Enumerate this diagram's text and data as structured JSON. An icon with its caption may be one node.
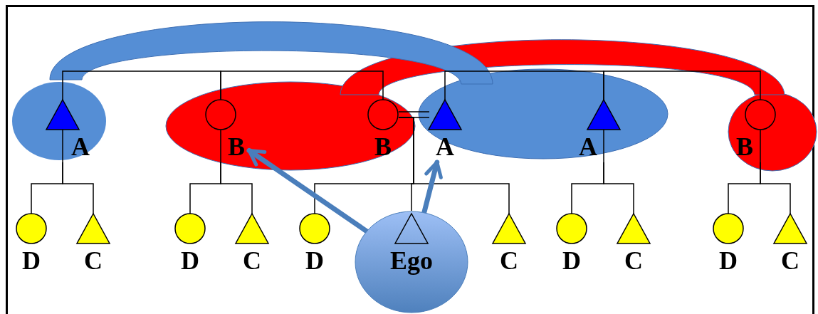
{
  "diagram": {
    "nodes": [
      {
        "text": [
          "A"
        ]
      },
      {
        "text": [
          "B"
        ]
      },
      {
        "text": [
          "B"
        ]
      },
      {
        "text": [
          "A"
        ]
      },
      {
        "text": [
          "A"
        ]
      },
      {
        "text": [
          "B"
        ]
      },
      {
        "text": [
          "D"
        ]
      },
      {
        "text": [
          "C"
        ]
      },
      {
        "text": [
          "D"
        ]
      },
      {
        "text": [
          "C"
        ]
      },
      {
        "text": [
          "D"
        ]
      },
      {
        "text": [
          "Ego"
        ]
      },
      {
        "text": [
          "C"
        ]
      },
      {
        "text": [
          "D"
        ]
      },
      {
        "text": [
          "C"
        ]
      },
      {
        "text": [
          "D"
        ]
      },
      {
        "text": [
          "C"
        ]
      }
    ],
    "edges": [
      {
        "from": 0,
        "to": 1,
        "arrow": "none"
      },
      {
        "from": 1,
        "to": 2,
        "arrow": "none"
      },
      {
        "from": 2,
        "to": 3,
        "arrow": "none"
      },
      {
        "from": 3,
        "to": 4,
        "arrow": "none"
      },
      {
        "from": 4,
        "to": 5,
        "arrow": "none"
      },
      {
        "from": 0,
        "to": 6,
        "arrow": "none"
      },
      {
        "from": 0,
        "to": 7,
        "arrow": "none"
      },
      {
        "from": 1,
        "to": 8,
        "arrow": "none"
      },
      {
        "from": 1,
        "to": 9,
        "arrow": "none"
      },
      {
        "from": 2,
        "to": 10,
        "arrow": "none"
      },
      {
        "from": 2,
        "to": 11,
        "arrow": "none"
      },
      {
        "from": 2,
        "to": 12,
        "arrow": "none"
      },
      {
        "from": 4,
        "to": 13,
        "arrow": "none"
      },
      {
        "from": 4,
        "to": 14,
        "arrow": "none"
      },
      {
        "from": 5,
        "to": 15,
        "arrow": "none"
      },
      {
        "from": 5,
        "to": 16,
        "arrow": "none"
      },
      {
        "from": 11,
        "to": 1,
        "arrow": "to",
        "style": "thick",
        "color": "#4a7ebb"
      },
      {
        "from": 11,
        "to": 3,
        "arrow": "to",
        "style": "thick",
        "color": "#4a7ebb"
      }
    ]
  }
}
